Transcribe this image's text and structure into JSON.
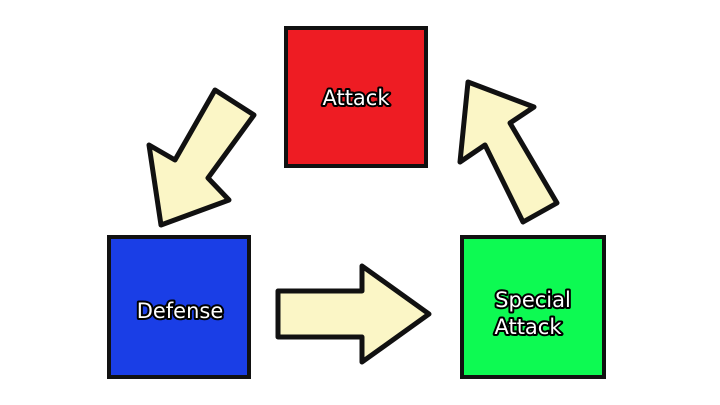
{
  "diagram": {
    "nodes": {
      "attack": {
        "label": "Attack",
        "color": "#ee1c23"
      },
      "defense": {
        "label": "Defense",
        "color": "#1a3ee6"
      },
      "special_attack": {
        "label_line1": "Special",
        "label_line2": "Attack",
        "color": "#0dfa52"
      }
    },
    "arrow_color": "#fbf6c6",
    "outline_color": "#111111"
  }
}
